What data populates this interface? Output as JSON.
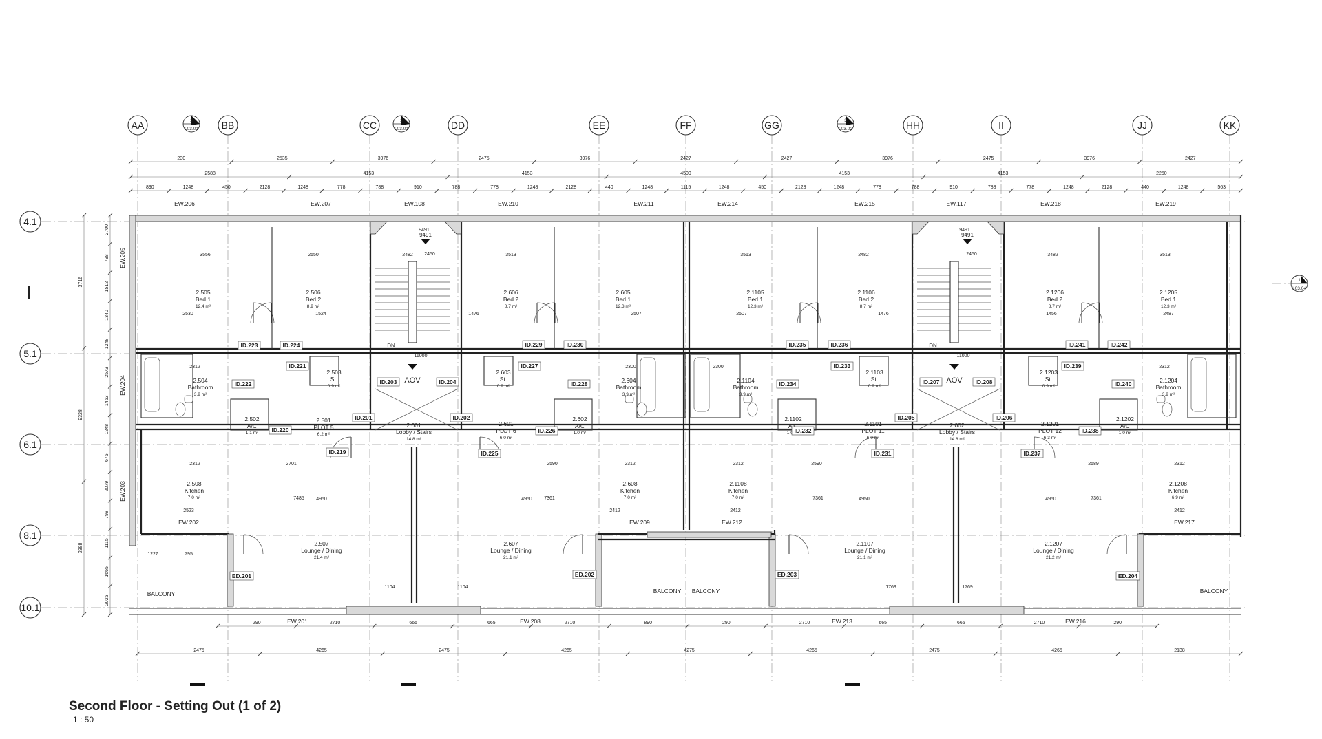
{
  "drawing": {
    "title": "Second Floor - Setting Out (1 of 2)",
    "scale": "1 : 50"
  },
  "grid_columns": [
    {
      "label": "AA"
    },
    {
      "label": "BB"
    },
    {
      "label": "CC"
    },
    {
      "label": "DD"
    },
    {
      "label": "EE"
    },
    {
      "label": "FF"
    },
    {
      "label": "GG"
    },
    {
      "label": "HH"
    },
    {
      "label": "II"
    },
    {
      "label": "JJ"
    },
    {
      "label": "KK"
    }
  ],
  "grid_rows": [
    {
      "label": "4.1"
    },
    {
      "label": "5.1"
    },
    {
      "label": "6.1"
    },
    {
      "label": "8.1"
    },
    {
      "label": "10.1"
    }
  ],
  "section_marks": [
    {
      "label": "2",
      "ref": "L03.01"
    },
    {
      "label": "2",
      "ref": "L03.01"
    },
    {
      "label": "3",
      "ref": "L03.02"
    },
    {
      "label": "1",
      "ref": "L03.04"
    }
  ],
  "dimensions": {
    "top_row1": [
      "230",
      "2535",
      "3976",
      "2475",
      "3976",
      "2427",
      "2427",
      "3976",
      "2475",
      "3976",
      "2427"
    ],
    "top_row2": [
      "2588",
      "4153",
      "4153",
      "4500",
      "4153",
      "4153",
      "2250"
    ],
    "top_row3": [
      "890",
      "1248",
      "450",
      "2128",
      "1248",
      "778",
      "788",
      "910",
      "788",
      "778",
      "1248",
      "2128",
      "440",
      "1248",
      "1115",
      "1248",
      "450",
      "2128",
      "1248",
      "778",
      "788",
      "910",
      "788",
      "778",
      "1248",
      "2128",
      "440",
      "1248",
      "563"
    ],
    "bottom_row1": [
      "290",
      "2710",
      "665",
      "665",
      "2710",
      "890",
      "290",
      "2710",
      "665",
      "665",
      "2710",
      "290"
    ],
    "bottom_row2": [
      "2475",
      "4265",
      "2475",
      "4265",
      "4275",
      "4265",
      "2475",
      "4265",
      "2138"
    ],
    "left": [
      "2700",
      "798",
      "1512",
      "1340",
      "1248",
      "2573",
      "1453",
      "1248",
      "675",
      "2079",
      "798",
      "1115",
      "1665",
      "2025"
    ],
    "left_totals": [
      "3716",
      "9328",
      "2988"
    ],
    "interior": [
      "3556",
      "2550",
      "2482",
      "3513",
      "3513",
      "2482",
      "3482",
      "3513",
      "2530",
      "1524",
      "1476",
      "2507",
      "2507",
      "1476",
      "1456",
      "2487",
      "2312",
      "2300",
      "2300",
      "2312",
      "2701",
      "2590",
      "2590",
      "2589",
      "2312",
      "2312",
      "2312",
      "2312",
      "4950",
      "4950",
      "4950",
      "4950",
      "7485",
      "7361",
      "7361",
      "7361",
      "2523",
      "2412",
      "2412",
      "2412",
      "1227",
      "795",
      "1104",
      "1104",
      "1769",
      "1769",
      "11000",
      "11000",
      "9491",
      "9491",
      "2450",
      "2450"
    ]
  },
  "external_walls": [
    {
      "label": "EW.206"
    },
    {
      "label": "EW.207"
    },
    {
      "label": "EW.108"
    },
    {
      "label": "EW.210"
    },
    {
      "label": "EW.211"
    },
    {
      "label": "EW.214"
    },
    {
      "label": "EW.215"
    },
    {
      "label": "EW.117"
    },
    {
      "label": "EW.218"
    },
    {
      "label": "EW.219"
    },
    {
      "label": "EW.205"
    },
    {
      "label": "EW.204"
    },
    {
      "label": "EW.203"
    },
    {
      "label": "EW.202"
    },
    {
      "label": "EW.209"
    },
    {
      "label": "EW.212"
    },
    {
      "label": "EW.217"
    },
    {
      "label": "EW.201"
    },
    {
      "label": "EW.208"
    },
    {
      "label": "EW.213"
    },
    {
      "label": "EW.216"
    }
  ],
  "rooms": [
    {
      "num": "2.505",
      "name": "Bed 1",
      "area": "12.4 m²"
    },
    {
      "num": "2.506",
      "name": "Bed 2",
      "area": "8.9 m²"
    },
    {
      "num": "2.606",
      "name": "Bed 2",
      "area": "8.7 m²"
    },
    {
      "num": "2.605",
      "name": "Bed 1",
      "area": "12.3 m²"
    },
    {
      "num": "2.1105",
      "name": "Bed 1",
      "area": "12.3 m²"
    },
    {
      "num": "2.1106",
      "name": "Bed 2",
      "area": "8.7 m²"
    },
    {
      "num": "2.1206",
      "name": "Bed 2",
      "area": "8.7 m²"
    },
    {
      "num": "2.1205",
      "name": "Bed 1",
      "area": "12.3 m²"
    },
    {
      "num": "2.504",
      "name": "Bathroom",
      "area": "3.9 m²"
    },
    {
      "num": "2.503",
      "name": "St.",
      "area": "0.9 m²"
    },
    {
      "num": "2.603",
      "name": "St.",
      "area": "0.9 m²"
    },
    {
      "num": "2.604",
      "name": "Bathroom",
      "area": "3.9 m²"
    },
    {
      "num": "2.1104",
      "name": "Bathroom",
      "area": "3.9 m²"
    },
    {
      "num": "2.1103",
      "name": "St.",
      "area": "0.9 m²"
    },
    {
      "num": "2.1203",
      "name": "St.",
      "area": "0.9 m²"
    },
    {
      "num": "2.1204",
      "name": "Bathroom",
      "area": "3.9 m²"
    },
    {
      "num": "2.502",
      "name": "A/C",
      "area": "1.1 m²"
    },
    {
      "num": "2.501",
      "name": "PLOT 5",
      "area": "6.2 m²"
    },
    {
      "num": "2.001",
      "name": "Lobby / Stairs",
      "area": "14.8 m²"
    },
    {
      "num": "2.601",
      "name": "PLOT 6",
      "area": "6.0 m²"
    },
    {
      "num": "2.602",
      "name": "A/C",
      "area": "1.0 m²"
    },
    {
      "num": "2.1102",
      "name": "A/C",
      "area": "1.0 m²"
    },
    {
      "num": "2.1101",
      "name": "PLOT 11",
      "area": "6.0 m²"
    },
    {
      "num": "2.002",
      "name": "Lobby / Stairs",
      "area": "14.8 m²"
    },
    {
      "num": "2.1201",
      "name": "PLOT 12",
      "area": "6.3 m²"
    },
    {
      "num": "2.1202",
      "name": "A/C",
      "area": "1.0 m²"
    },
    {
      "num": "2.508",
      "name": "Kitchen",
      "area": "7.0 m²"
    },
    {
      "num": "2.608",
      "name": "Kitchen",
      "area": "7.0 m²"
    },
    {
      "num": "2.1108",
      "name": "Kitchen",
      "area": "7.0 m²"
    },
    {
      "num": "2.1208",
      "name": "Kitchen",
      "area": "6.9 m²"
    },
    {
      "num": "2.507",
      "name": "Lounge / Dining",
      "area": "21.4 m²"
    },
    {
      "num": "2.607",
      "name": "Lounge / Dining",
      "area": "21.1 m²"
    },
    {
      "num": "2.1107",
      "name": "Lounge / Dining",
      "area": "21.1 m²"
    },
    {
      "num": "2.1207",
      "name": "Lounge / Dining",
      "area": "21.2 m²"
    }
  ],
  "internal_doors": [
    {
      "label": "ID.223"
    },
    {
      "label": "ID.224"
    },
    {
      "label": "ID.221"
    },
    {
      "label": "ID.222"
    },
    {
      "label": "ID.203"
    },
    {
      "label": "ID.204"
    },
    {
      "label": "ID.201"
    },
    {
      "label": "ID.202"
    },
    {
      "label": "ID.220"
    },
    {
      "label": "ID.219"
    },
    {
      "label": "ID.229"
    },
    {
      "label": "ID.230"
    },
    {
      "label": "ID.227"
    },
    {
      "label": "ID.228"
    },
    {
      "label": "ID.226"
    },
    {
      "label": "ID.225"
    },
    {
      "label": "ID.235"
    },
    {
      "label": "ID.236"
    },
    {
      "label": "ID.233"
    },
    {
      "label": "ID.234"
    },
    {
      "label": "ID.232"
    },
    {
      "label": "ID.231"
    },
    {
      "label": "ID.207"
    },
    {
      "label": "ID.208"
    },
    {
      "label": "ID.205"
    },
    {
      "label": "ID.206"
    },
    {
      "label": "ID.241"
    },
    {
      "label": "ID.242"
    },
    {
      "label": "ID.239"
    },
    {
      "label": "ID.240"
    },
    {
      "label": "ID.238"
    },
    {
      "label": "ID.237"
    }
  ],
  "external_doors": [
    {
      "label": "ED.201"
    },
    {
      "label": "ED.202"
    },
    {
      "label": "ED.203"
    },
    {
      "label": "ED.204"
    }
  ],
  "balconies": [
    "BALCONY",
    "BALCONY",
    "BALCONY",
    "BALCONY"
  ],
  "stairs": [
    {
      "dn": "DN",
      "aov": "AOV",
      "level": "9491"
    },
    {
      "dn": "DN",
      "aov": "AOV",
      "level": "9491"
    }
  ],
  "markers": {
    "break_mark": "I"
  }
}
